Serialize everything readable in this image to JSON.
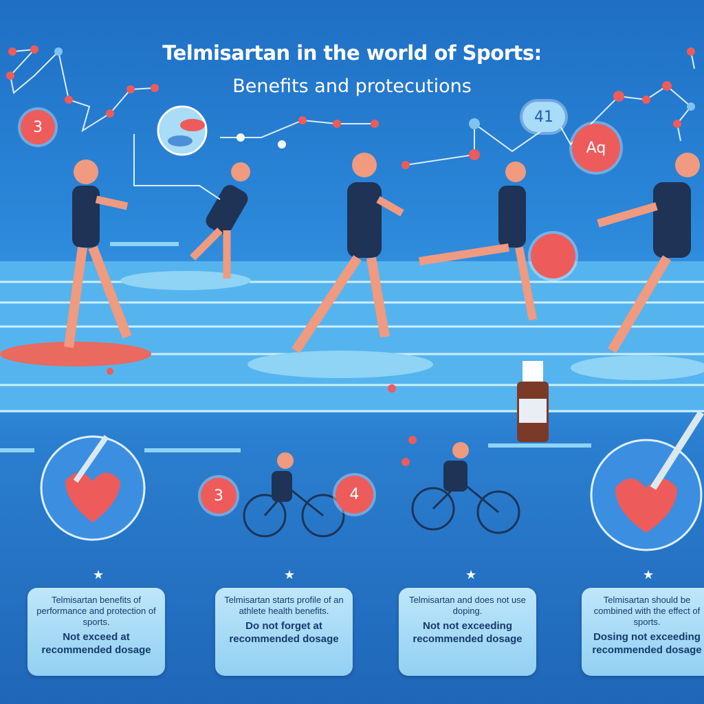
{
  "header": {
    "title": "Telmisartan in the world of Sports:",
    "subtitle": "Benefits and protecutions"
  },
  "badges": [
    "3",
    "3",
    "4",
    "41",
    "Aq"
  ],
  "cards": [
    {
      "description": "Telmisartan benefits of performance and protection of sports.",
      "warning": "Not exceed at recommended dosage"
    },
    {
      "description": "Telmisartan starts profile of an athlete health benefits.",
      "warning": "Do not forget at recommended dosage"
    },
    {
      "description": "Telmisartan and does not use doping.",
      "warning": "Not not exceeding recommended dosage"
    },
    {
      "description": "Telmisartan should be combined with the effect of sports.",
      "warning": "Dosing not exceeding recommended dosage"
    }
  ],
  "colors": {
    "accent": "#ee5b5b",
    "background": "#2a86d8",
    "card": "#bfe6fb",
    "text": "#143a6b"
  }
}
